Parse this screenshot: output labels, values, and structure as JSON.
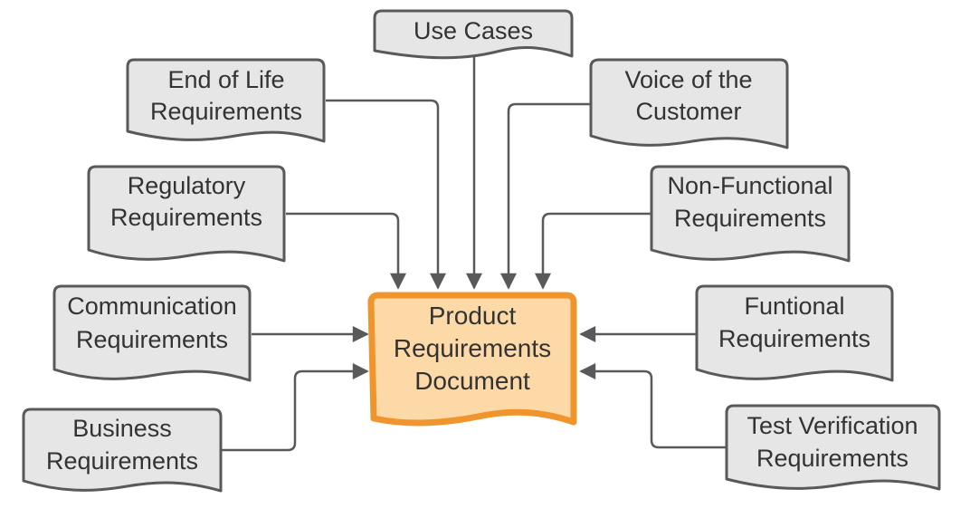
{
  "diagram": {
    "center": {
      "lines": [
        "Product",
        "Requirements",
        "Document"
      ],
      "fill": "#fdd9a8",
      "stroke": "#f0952d"
    },
    "sources": [
      {
        "id": "use-cases",
        "lines": [
          "Use Cases"
        ]
      },
      {
        "id": "end-of-life",
        "lines": [
          "End of Life",
          "Requirements"
        ]
      },
      {
        "id": "voice-of-customer",
        "lines": [
          "Voice of the",
          "Customer"
        ]
      },
      {
        "id": "regulatory",
        "lines": [
          "Regulatory",
          "Requirements"
        ]
      },
      {
        "id": "non-functional",
        "lines": [
          "Non-Functional",
          "Requirements"
        ]
      },
      {
        "id": "communication",
        "lines": [
          "Communication",
          "Requirements"
        ]
      },
      {
        "id": "functional",
        "lines": [
          "Funtional",
          "Requirements"
        ]
      },
      {
        "id": "business",
        "lines": [
          "Business",
          "Requirements"
        ]
      },
      {
        "id": "test-verification",
        "lines": [
          "Test Verification",
          "Requirements"
        ]
      }
    ],
    "colors": {
      "box_fill": "#e6e6e6",
      "box_stroke": "#595959",
      "text": "#333333"
    }
  }
}
